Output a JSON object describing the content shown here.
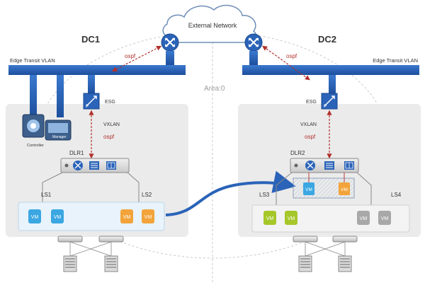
{
  "external_network": "External Network",
  "area": "Area:0",
  "dc1": {
    "title": "DC1",
    "vlan": "Edge Transit VLAN",
    "ospf_top": "ospf",
    "esg": "ESG",
    "vxlan": "VXLAN",
    "ospf_mid": "ospf",
    "dlr": "DLR1",
    "ls_left": "LS1",
    "ls_right": "LS2",
    "controller": "Controller",
    "manager": "Manager",
    "vms": [
      "VM",
      "VM",
      "VM",
      "VM"
    ]
  },
  "dc2": {
    "title": "DC2",
    "vlan": "Edge Transit VLAN",
    "ospf_top": "ospf",
    "esg": "ESG",
    "vxlan": "VXLAN",
    "ospf_mid": "ospf",
    "dlr": "DLR2",
    "ls_left": "LS3",
    "ls_right": "LS4",
    "vms_migrated": [
      "VM",
      "VM"
    ],
    "vms": [
      "VM",
      "VM",
      "VM",
      "VM"
    ]
  },
  "colors": {
    "vlan_blue": "#2a63b8",
    "vm_blue": "#3ba7e2",
    "vm_orange": "#f2a43a",
    "vm_green": "#a6c72a",
    "vm_grey": "#a8a8a8",
    "ospf_red": "#b0302c"
  }
}
